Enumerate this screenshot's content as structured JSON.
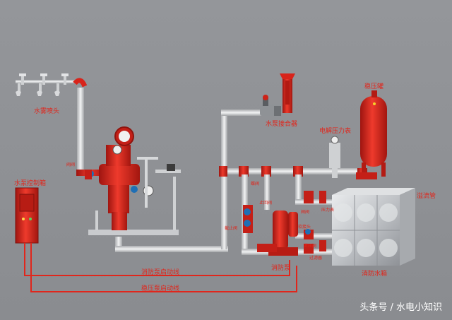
{
  "labels": {
    "spray_head": "水雾喷头",
    "pump_connector": "水泵接合器",
    "pressure_tank": "稳压罐",
    "electric_pressure_gauge": "电解压力表",
    "pump_control_box": "水泵控制箱",
    "overflow_pipe": "溢流管",
    "fire_pump": "消防泵",
    "fire_water_tank": "消防水箱",
    "fire_pump_start_line": "消防泵启动线",
    "stabilizer_pump_start_line": "稳压泵启动线",
    "valve_left": "阀阀",
    "small_1": "蝶阀",
    "small_2": "止回阀",
    "small_3": "截止阀",
    "small_4": "软接头",
    "small_5": "闸阀",
    "small_6": "泄压阀",
    "small_7": "过滤器",
    "small_8": "压力表"
  },
  "watermark": "头条号 / 水电小知识",
  "colors": {
    "pipe": "#d9dadc",
    "red": "#d8231a",
    "wire": "#e0261c",
    "label": "#e0261c"
  }
}
